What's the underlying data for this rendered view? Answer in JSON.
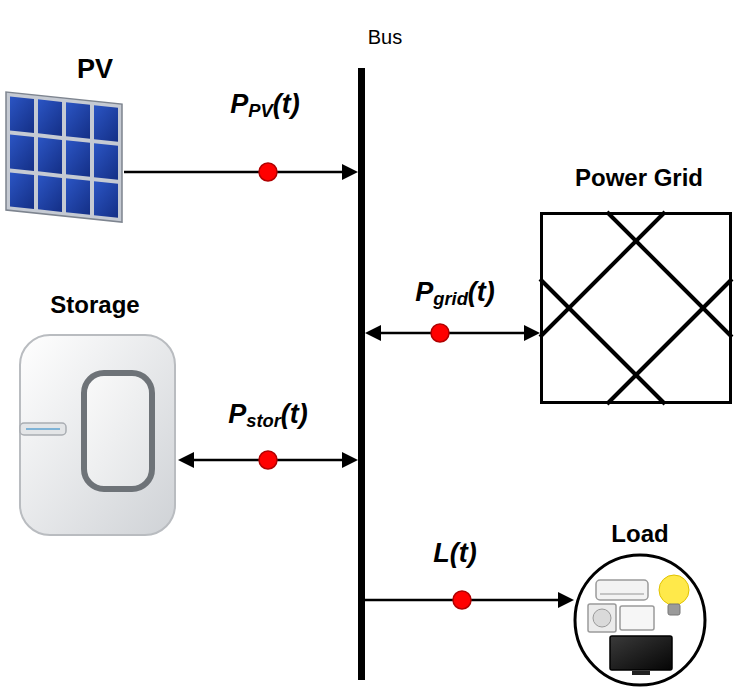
{
  "diagram": {
    "nodes": [
      {
        "text": [
          "Bus"
        ]
      },
      {
        "text": [
          "PV"
        ]
      },
      {
        "text": [
          "Power Grid"
        ]
      },
      {
        "text": [
          "Storage"
        ]
      },
      {
        "text": [
          "Load"
        ]
      }
    ],
    "edges": [
      {
        "from": 1,
        "to": 0,
        "arrow": "to",
        "label": "PPV(t)"
      },
      {
        "from": 0,
        "to": 2,
        "arrow": "both",
        "label": "Pgrid(t)"
      },
      {
        "from": 0,
        "to": 3,
        "arrow": "both",
        "label": "Pstor(t)"
      },
      {
        "from": 0,
        "to": 4,
        "arrow": "to",
        "label": "L(t)"
      }
    ]
  }
}
